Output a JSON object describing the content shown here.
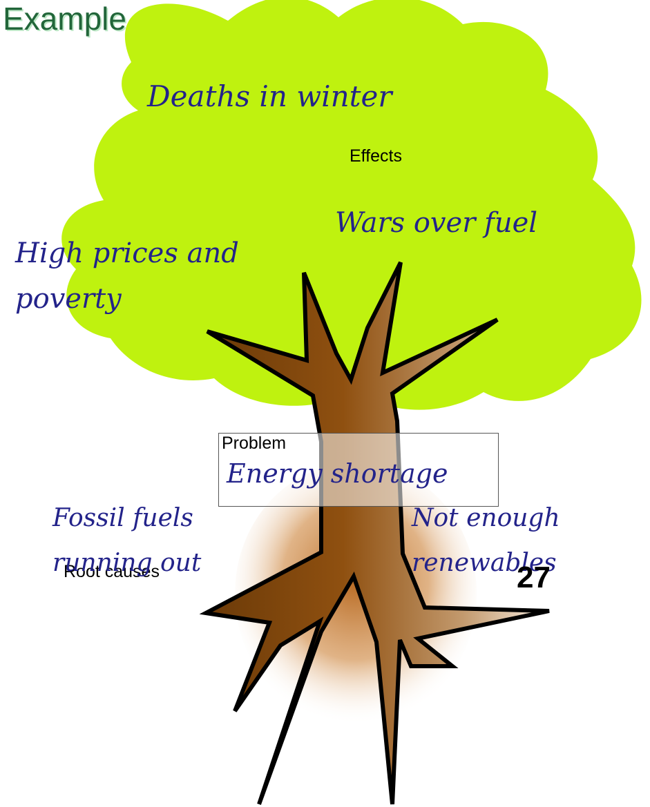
{
  "slide": {
    "title": "Example",
    "page_number": "27"
  },
  "tree": {
    "effects_label": "Effects",
    "root_causes_label": "Root causes",
    "problem_label": "Problem",
    "problem": "Energy shortage",
    "effects": [
      "Deaths in winter",
      "Wars over fuel",
      "High prices and",
      "poverty"
    ],
    "causes": {
      "fossil": [
        "Fossil fuels",
        "running out"
      ],
      "renewables": [
        "Not enough",
        "renewables"
      ]
    }
  },
  "colors": {
    "canopy": "#bff20f",
    "trunk_dark": "#8a4a08",
    "trunk_light": "#f3e4d2",
    "root_glow": "#c27a2e",
    "title": "#22663a",
    "handwriting": "#23238a"
  }
}
